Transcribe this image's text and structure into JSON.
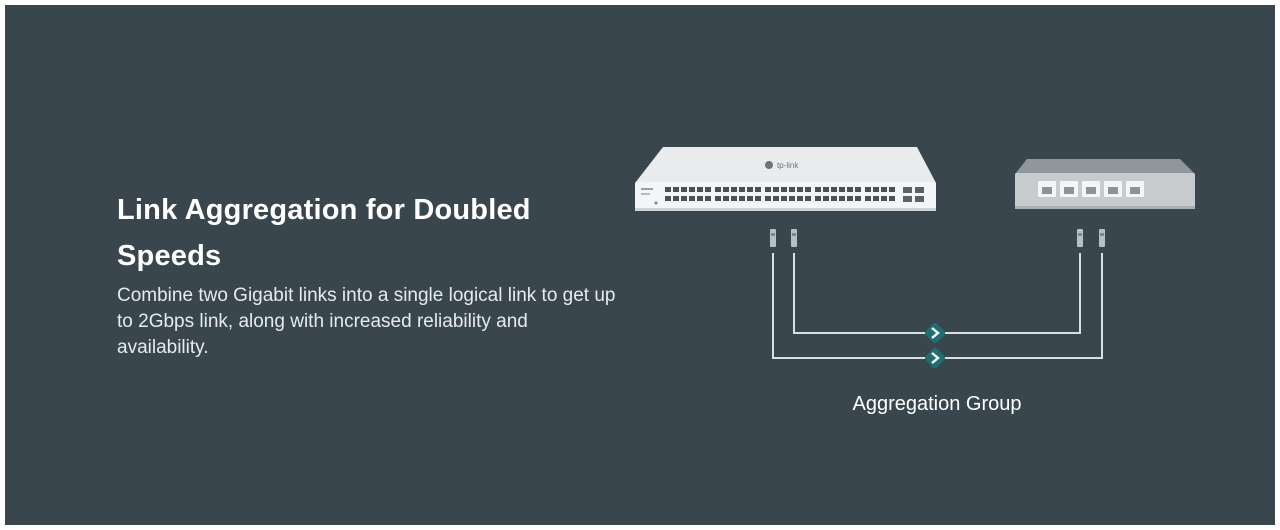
{
  "section": {
    "headline": "Link Aggregation for Doubled Speeds",
    "body": "Combine two Gigabit links into a single logical link to get up to 2Gbps link, along with increased reliability and availability."
  },
  "diagram": {
    "switch_logo": "tp-link",
    "group_label": "Aggregation Group",
    "icons": [
      "main-switch-icon",
      "desktop-switch-icon",
      "ethernet-plug-icon",
      "link-arrow-icon"
    ],
    "colors": {
      "background": "#3a464d",
      "cable": "#d9dee1",
      "arrow_badge": "#1f6e72",
      "switch_body": "#f2f3f4",
      "desktop_switch": "#c7cbce"
    }
  }
}
